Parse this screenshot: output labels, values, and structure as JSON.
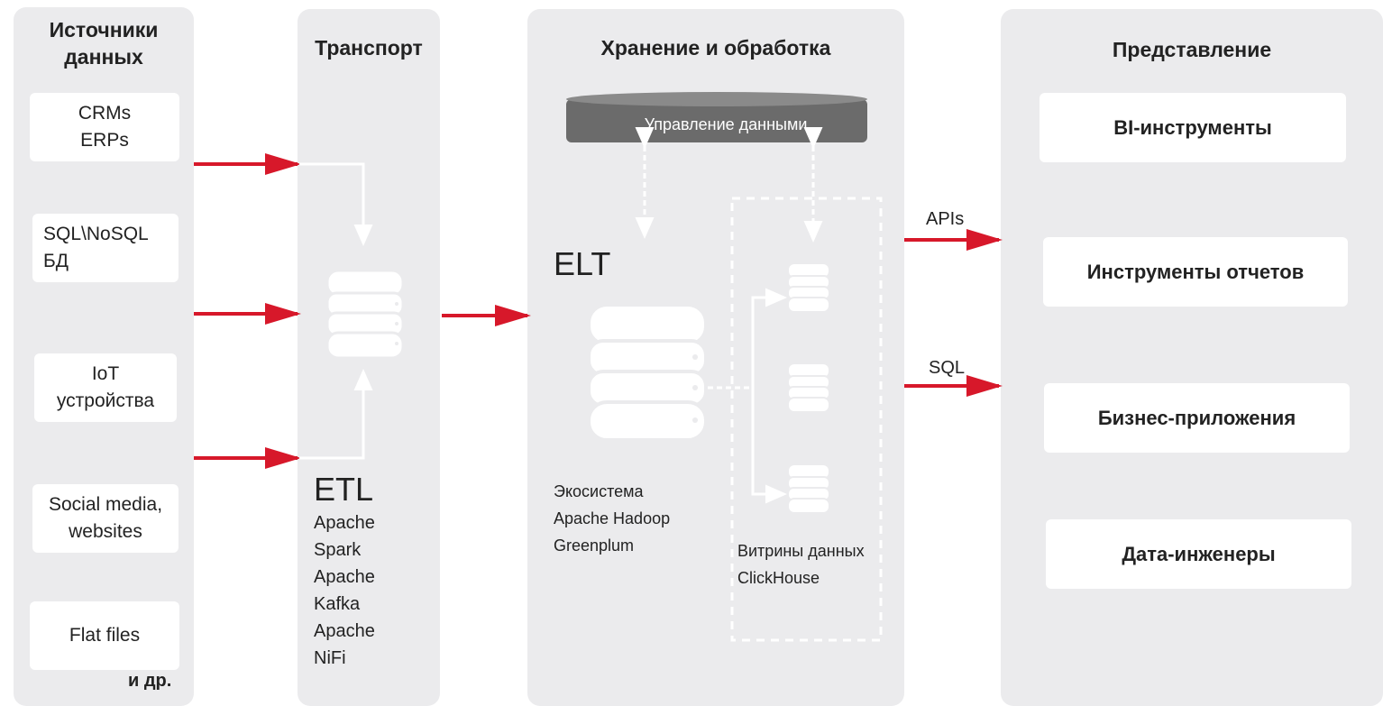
{
  "columns": {
    "sources": {
      "title": "Источники\nданных",
      "items": [
        "CRMs\nERPs",
        "SQL\\NoSQL\nБД",
        "IoT\nустройства",
        "Social media,\nwebsites",
        "Flat files"
      ],
      "footer": "и др."
    },
    "transport": {
      "title": "Транспорт",
      "etl_label": "ETL",
      "tools": "Apache\nSpark\nApache\nKafka\nApache\nNiFi"
    },
    "storage": {
      "title": "Хранение и обработка",
      "data_management": "Управление данными",
      "elt_label": "ELT",
      "ecosystem": "Экосистема\nApache Hadoop\nGreenplum",
      "marts": "Витрины данных\nClickHouse"
    },
    "presentation": {
      "title": "Представление",
      "items": [
        "BI-инструменты",
        "Инструменты отчетов",
        "Бизнес-приложения",
        "Дата-инженеры"
      ]
    }
  },
  "connectors": {
    "apis": "APIs",
    "sql": "SQL"
  },
  "colors": {
    "panel": "#ebebed",
    "card": "#ffffff",
    "arrow": "#d7182a",
    "db_shape": "#ffffff",
    "dm_cylinder": "#6b6b6b"
  }
}
